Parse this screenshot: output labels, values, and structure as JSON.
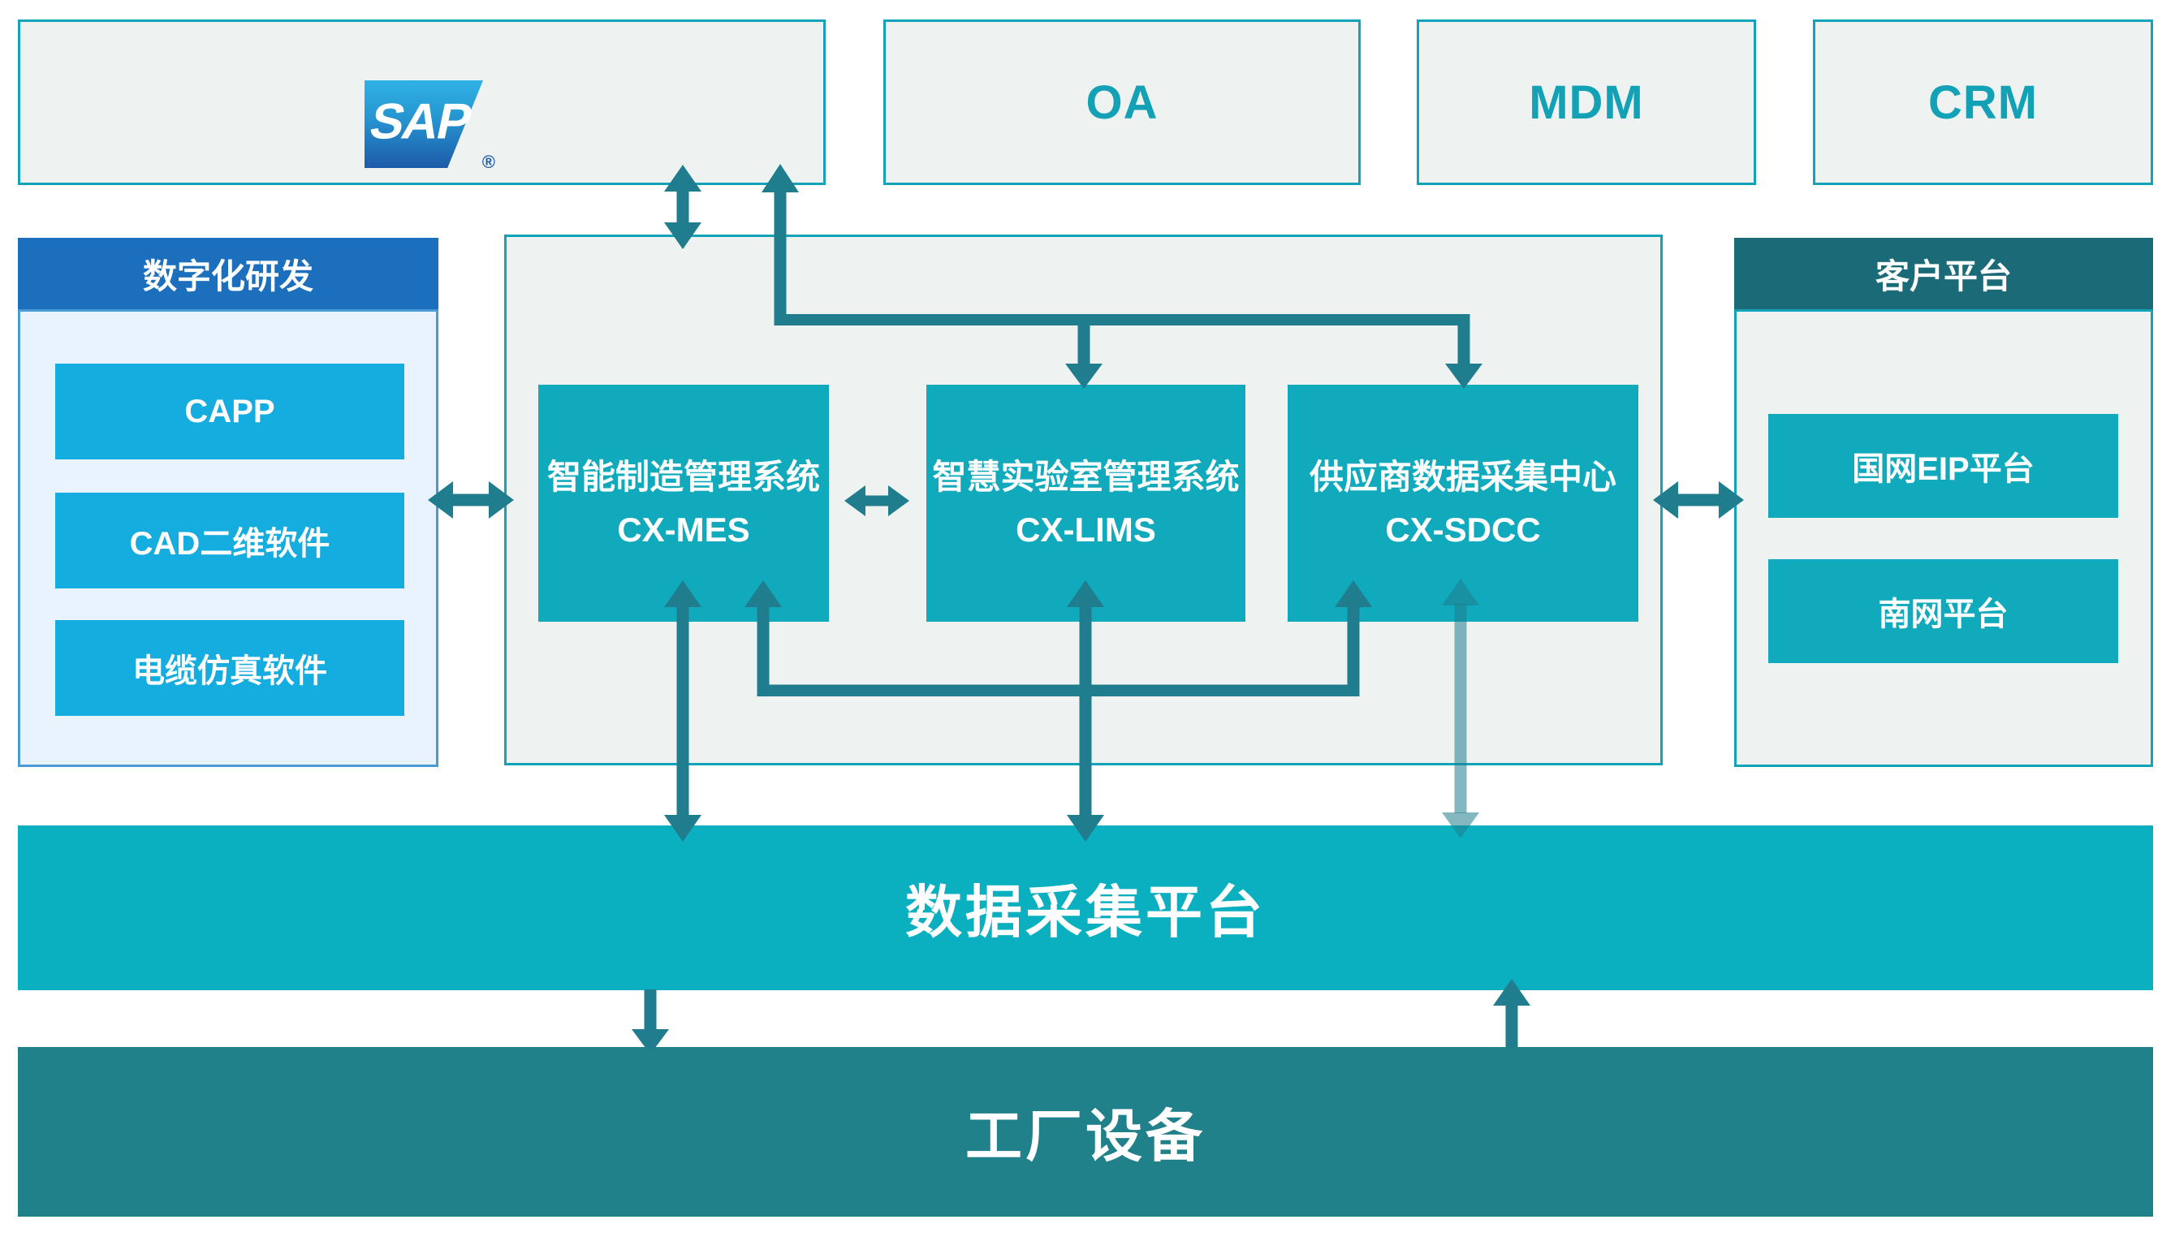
{
  "top_row": {
    "sap": {
      "logo_text": "SAP",
      "registered_mark": "®"
    },
    "oa": {
      "label": "OA"
    },
    "mdm": {
      "label": "MDM"
    },
    "crm": {
      "label": "CRM"
    }
  },
  "left_panel": {
    "header": "数字化研发",
    "items": [
      {
        "label": "CAPP"
      },
      {
        "label": "CAD二维软件"
      },
      {
        "label": "电缆仿真软件"
      }
    ]
  },
  "center": {
    "systems": [
      {
        "name": "智能制造管理系统",
        "code": "CX-MES"
      },
      {
        "name": "智慧实验室管理系统",
        "code": "CX-LIMS"
      },
      {
        "name": "供应商数据采集中心",
        "code": "CX-SDCC"
      }
    ]
  },
  "right_panel": {
    "header": "客户平台",
    "items": [
      {
        "label": "国网EIP平台"
      },
      {
        "label": "南网平台"
      }
    ]
  },
  "platform_bar": {
    "label": "数据采集平台"
  },
  "factory_bar": {
    "label": "工厂设备"
  },
  "colors": {
    "top_box_background": "#eef3f1",
    "top_box_border": "#12a3b8",
    "top_box_text": "#13a1b6",
    "left_header_blue": "#1c6fbd",
    "left_body_blue": "#e9f3fd",
    "left_item_cyan": "#15acdf",
    "right_header_teal": "#1a6a78",
    "system_box_teal": "#10aabc",
    "data_bar_teal": "#0ab0c0",
    "factory_bar_teal": "#20818b",
    "arrow_dark": "#1f7d8e",
    "sap_gradient_top": "#2fb3e6",
    "sap_gradient_bottom": "#1e5ba9"
  },
  "connections": [
    {
      "from": "SAP",
      "to": "center-container",
      "type": "bidirectional"
    },
    {
      "from": "SAP",
      "to": "CX-LIMS / CX-SDCC",
      "type": "distributor"
    },
    {
      "from": "数字化研发",
      "to": "CX-MES",
      "type": "bidirectional"
    },
    {
      "from": "CX-MES",
      "to": "CX-LIMS",
      "type": "bidirectional"
    },
    {
      "from": "CX-SDCC",
      "to": "客户平台",
      "type": "bidirectional"
    },
    {
      "from": "CX-MES",
      "to": "数据采集平台",
      "type": "bidirectional"
    },
    {
      "from": "CX-LIMS",
      "to": "数据采集平台",
      "type": "bidirectional"
    },
    {
      "from": "CX-SDCC",
      "to": "数据采集平台",
      "type": "arrow"
    },
    {
      "from": "CX-MES",
      "to": "CX-SDCC",
      "type": "collector"
    },
    {
      "from": "数据采集平台",
      "to": "工厂设备",
      "type": "down"
    },
    {
      "from": "工厂设备",
      "to": "数据采集平台",
      "type": "up"
    }
  ]
}
